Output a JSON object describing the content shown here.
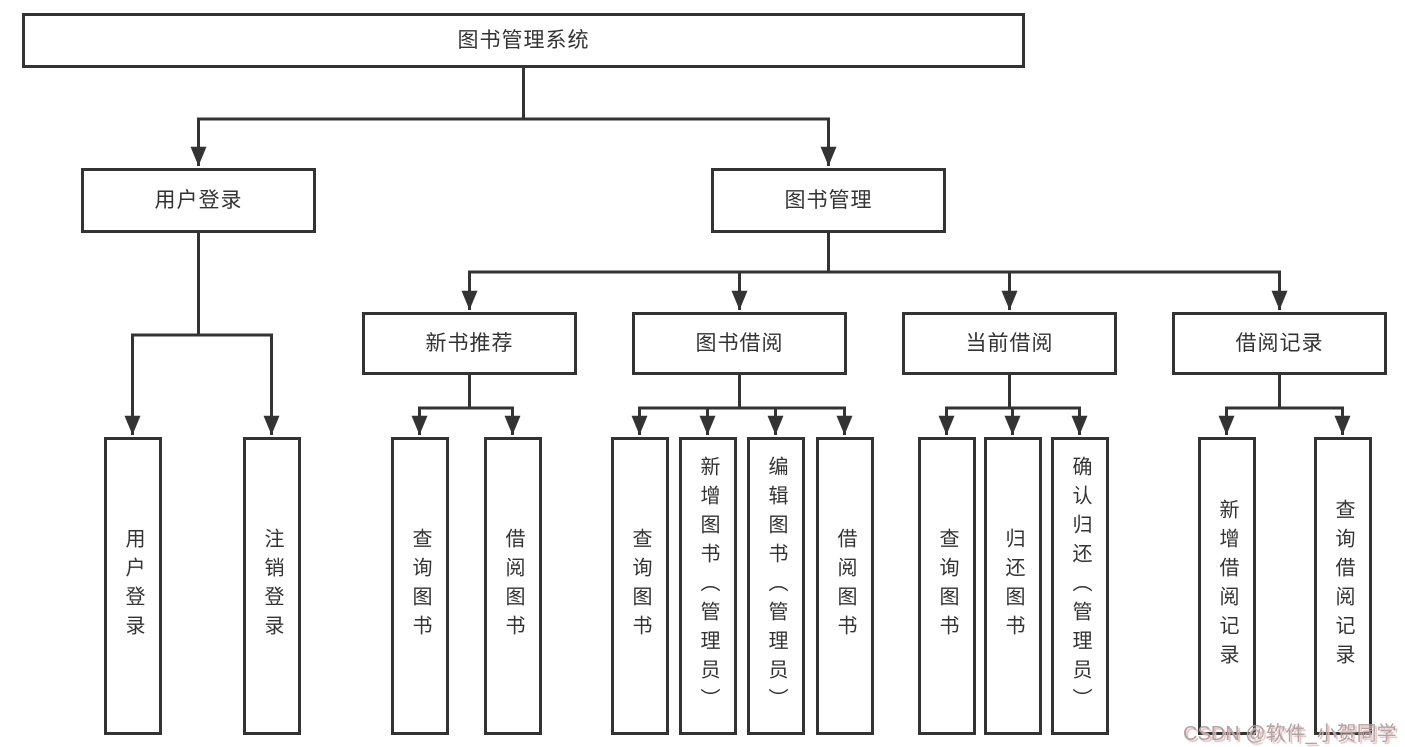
{
  "tree": {
    "root": {
      "label": "图书管理系统",
      "children": [
        {
          "label": "用户登录",
          "children": [
            {
              "label": "用户登录"
            },
            {
              "label": "注销登录"
            }
          ]
        },
        {
          "label": "图书管理",
          "children": [
            {
              "label": "新书推荐",
              "children": [
                {
                  "label": "查询图书"
                },
                {
                  "label": "借阅图书"
                }
              ]
            },
            {
              "label": "图书借阅",
              "children": [
                {
                  "label": "查询图书"
                },
                {
                  "label": "新增图书（管理员）"
                },
                {
                  "label": "编辑图书（管理员）"
                },
                {
                  "label": "借阅图书"
                }
              ]
            },
            {
              "label": "当前借阅",
              "children": [
                {
                  "label": "查询图书"
                },
                {
                  "label": "归还图书"
                },
                {
                  "label": "确认归还（管理员）"
                }
              ]
            },
            {
              "label": "借阅记录",
              "children": [
                {
                  "label": "新增借阅记录"
                },
                {
                  "label": "查询借阅记录"
                }
              ]
            }
          ]
        }
      ]
    }
  },
  "watermark": "CSDN @软件_小贺同学",
  "colors": {
    "line": "#333333",
    "box_border": "#333333",
    "text": "#333333",
    "background": "#ffffff",
    "watermark_text": "#a8a8a8",
    "watermark_shadow": "#f2b6b6"
  }
}
